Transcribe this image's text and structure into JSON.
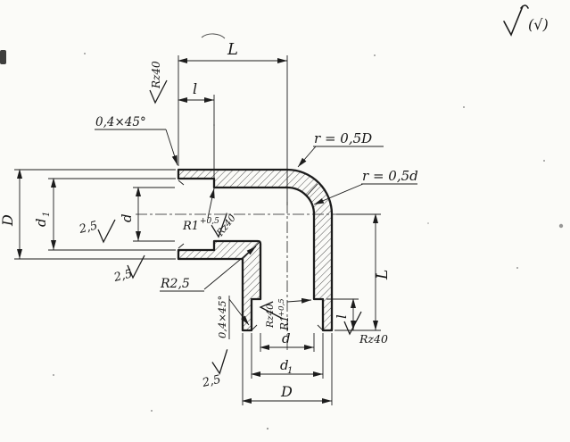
{
  "meta": {
    "type": "technical-drawing",
    "subject": "90-degree pipe elbow full section with dimensions"
  },
  "colors": {
    "ink": "#1c1c1c",
    "paper": "#fbfbf8"
  },
  "labels": {
    "length_L": "L",
    "length_l": "l",
    "dia_D": "D",
    "dia_d": "d",
    "dia_d_base": "d",
    "dia_sub_1": "1",
    "chamfer": "0,4×45°",
    "roughness_rz": "Rz40",
    "roughness_ra": "2,5",
    "radius_outer": "r = 0,5D",
    "radius_inner": "r = 0,5d",
    "radius_fillet": "R2,5",
    "radius_step": "R1",
    "radius_step_tol": "+0,5",
    "finish_alt": "(√)"
  }
}
